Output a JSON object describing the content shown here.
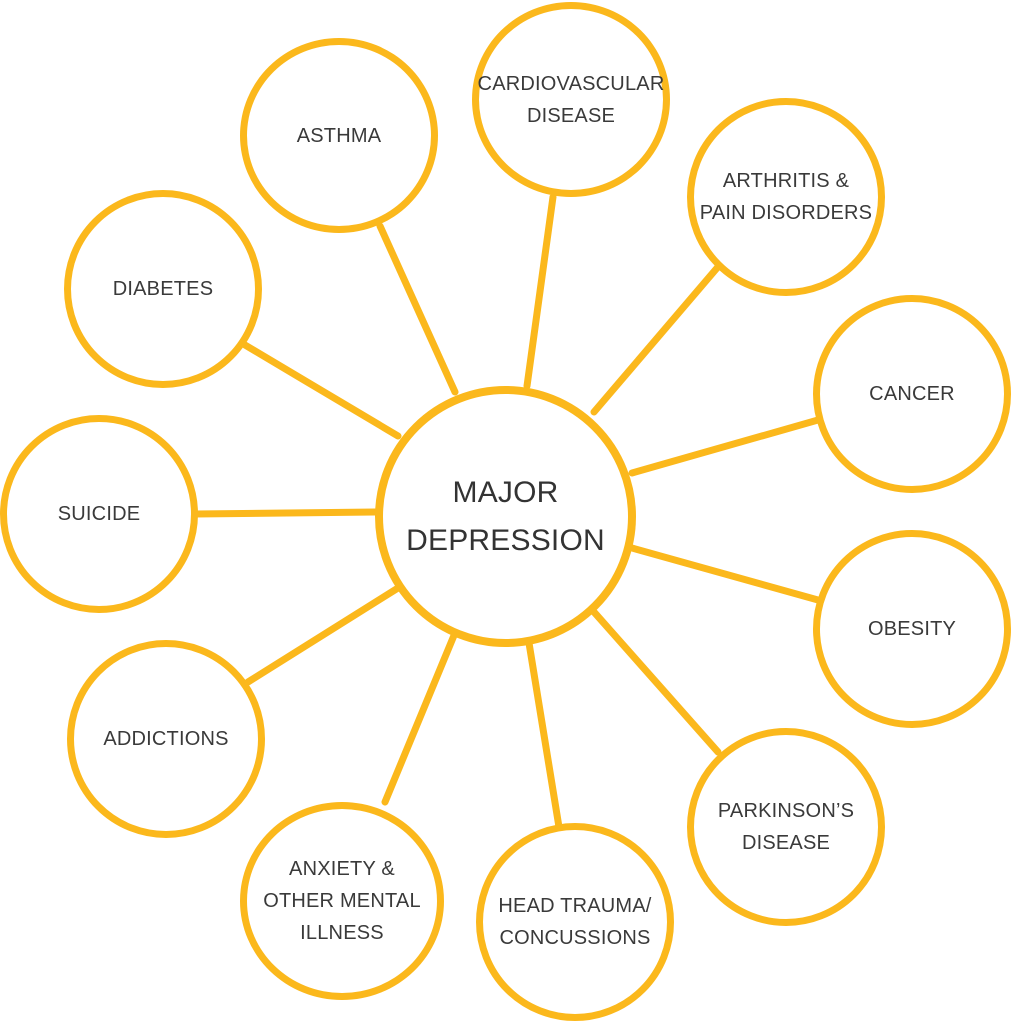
{
  "colors": {
    "accent": "#FBB81C",
    "text": "#3a3a3a",
    "background": "#ffffff"
  },
  "center": {
    "label": "MAJOR\nDEPRESSION"
  },
  "nodes": [
    {
      "id": "asthma",
      "label": "ASTHMA"
    },
    {
      "id": "cardiovascular",
      "label": "CARDIOVASCULAR\nDISEASE"
    },
    {
      "id": "arthritis",
      "label": "ARTHRITIS &\nPAIN DISORDERS"
    },
    {
      "id": "cancer",
      "label": "CANCER"
    },
    {
      "id": "obesity",
      "label": "OBESITY"
    },
    {
      "id": "parkinsons",
      "label": "PARKINSON’S\nDISEASE"
    },
    {
      "id": "head-trauma",
      "label": "HEAD TRAUMA/\nCONCUSSIONS"
    },
    {
      "id": "anxiety",
      "label": "ANXIETY &\nOTHER MENTAL\nILLNESS"
    },
    {
      "id": "addictions",
      "label": "ADDICTIONS"
    },
    {
      "id": "suicide",
      "label": "SUICIDE"
    },
    {
      "id": "diabetes",
      "label": "DIABETES"
    }
  ]
}
